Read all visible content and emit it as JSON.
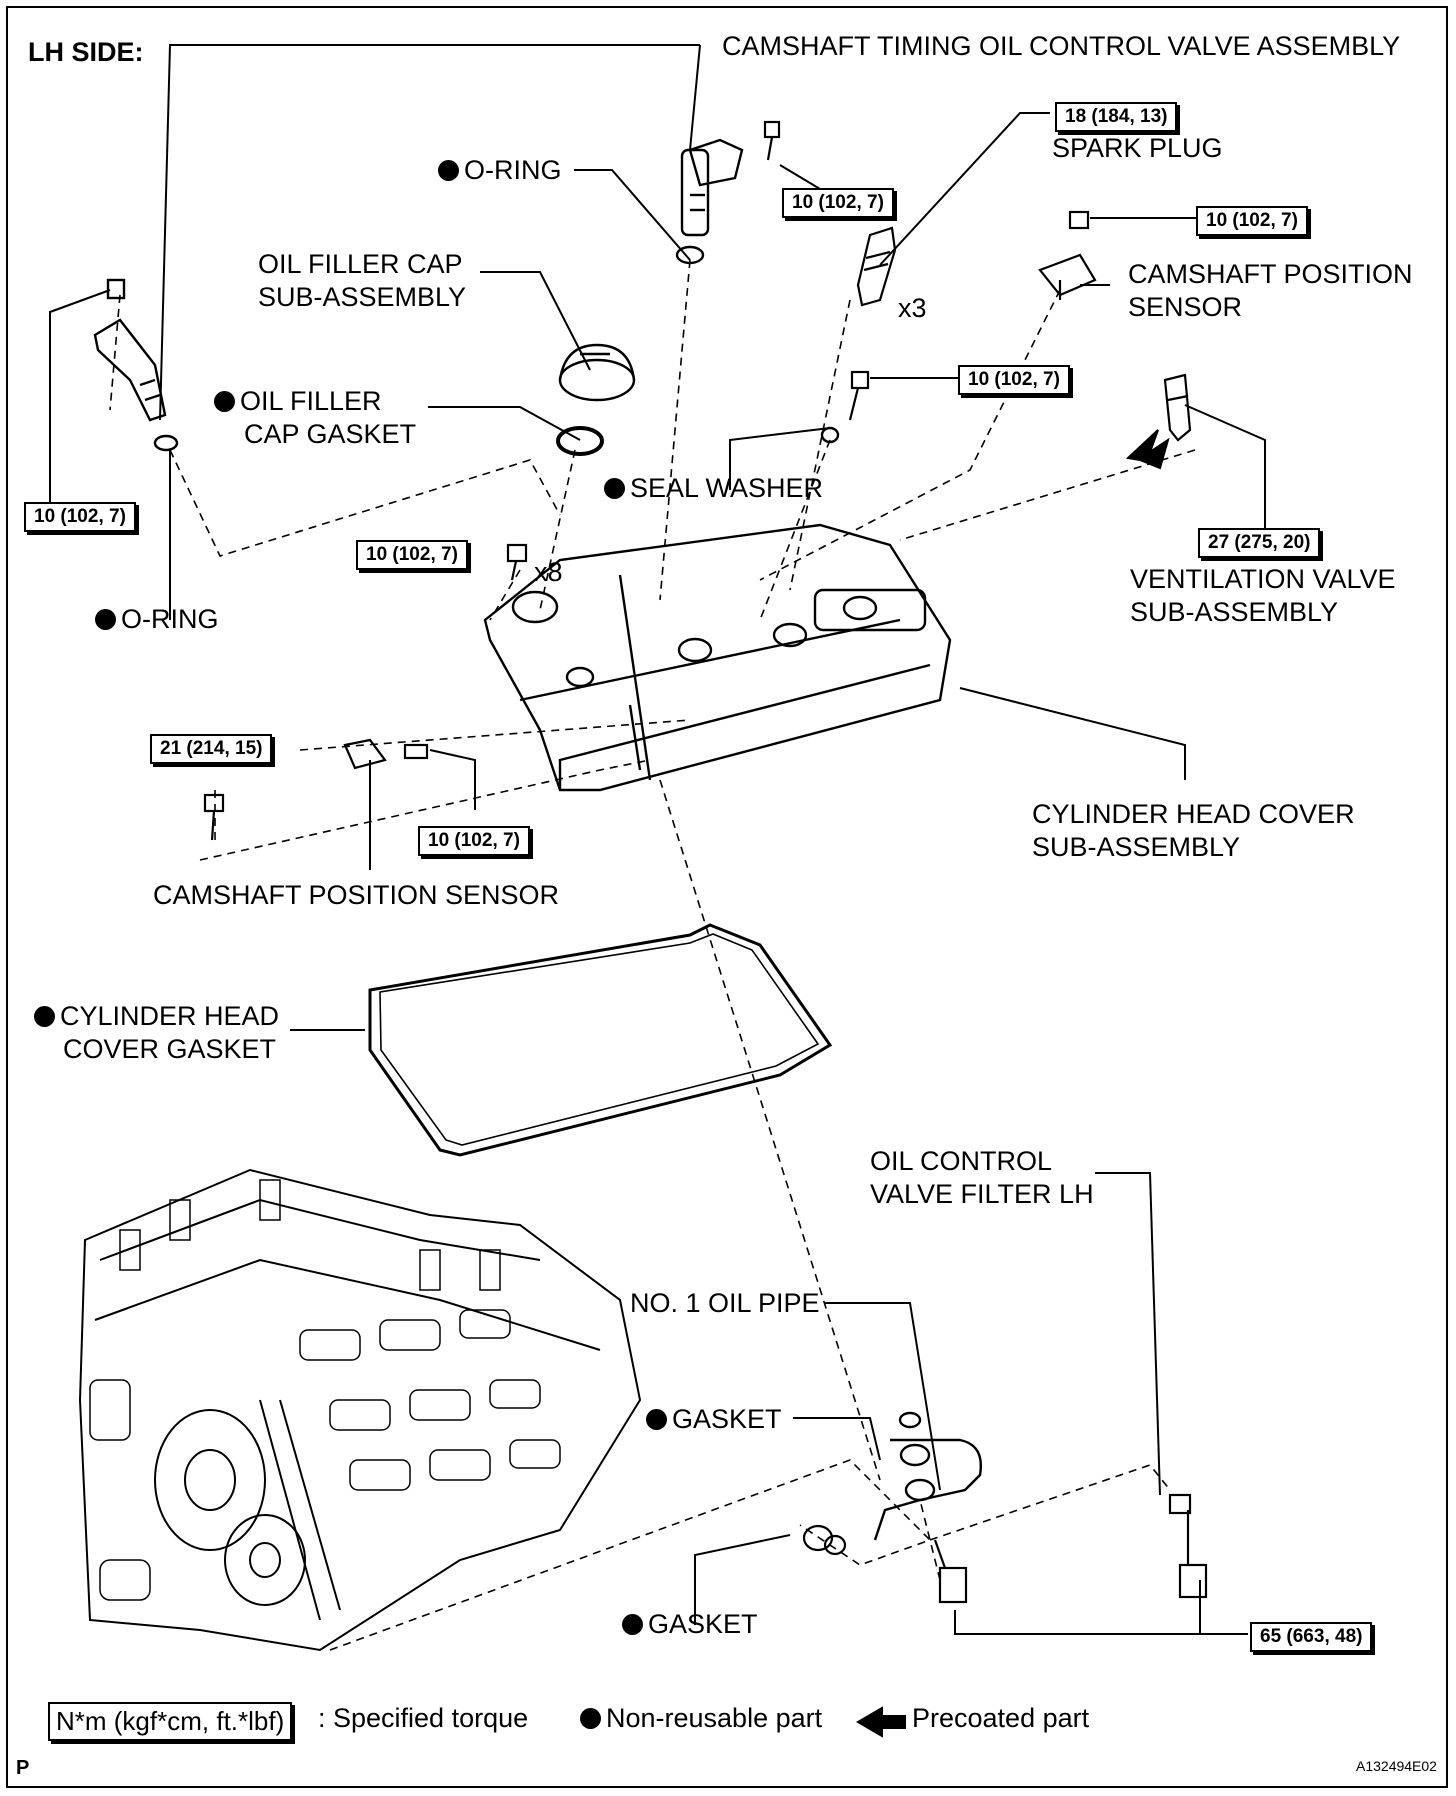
{
  "header": {
    "side_label": "LH SIDE:"
  },
  "parts": {
    "camshaft_timing_valve": "CAMSHAFT TIMING OIL CONTROL VALVE ASSEMBLY",
    "o_ring_top": "O-RING",
    "oil_filler_cap_line1": "OIL FILLER CAP",
    "oil_filler_cap_line2": "SUB-ASSEMBLY",
    "oil_filler_gasket_line1": "OIL FILLER",
    "oil_filler_gasket_line2": "CAP GASKET",
    "o_ring_left": "O-RING",
    "spark_plug": "SPARK PLUG",
    "spark_plug_qty": "x3",
    "cam_pos_sensor_right_line1": "CAMSHAFT POSITION",
    "cam_pos_sensor_right_line2": "SENSOR",
    "seal_washer": "SEAL WASHER",
    "bolt_qty": "x8",
    "ventilation_valve_line1": "VENTILATION VALVE",
    "ventilation_valve_line2": "SUB-ASSEMBLY",
    "cylinder_head_cover_line1": "CYLINDER HEAD COVER",
    "cylinder_head_cover_line2": "SUB-ASSEMBLY",
    "cam_pos_sensor_left": "CAMSHAFT POSITION SENSOR",
    "head_cover_gasket_line1": "CYLINDER HEAD",
    "head_cover_gasket_line2": "COVER GASKET",
    "ocv_filter_line1": "OIL CONTROL",
    "ocv_filter_line2": "VALVE FILTER LH",
    "oil_pipe": "NO. 1 OIL PIPE",
    "gasket_upper": "GASKET",
    "gasket_lower": "GASKET"
  },
  "torques": {
    "ocv_bolt": "10 (102, 7)",
    "spark_plug": "18 (184, 13)",
    "cam_sensor_right": "10 (102, 7)",
    "seal_washer_bolt": "10 (102, 7)",
    "left_valve_bolt": "10 (102, 7)",
    "cover_bolts": "10 (102, 7)",
    "ventilation_valve": "27 (275, 20)",
    "stud_bolt": "21 (214, 15)",
    "cam_sensor_left": "10 (102, 7)",
    "oil_pipe_union": "65 (663, 48)"
  },
  "legend": {
    "torque_unit": "N*m (kgf*cm, ft.*lbf)",
    "torque_desc": ": Specified torque",
    "non_reusable": "Non-reusable part",
    "precoated": "Precoated part"
  },
  "footer": {
    "corner_letter": "P",
    "figure_id": "A132494E02"
  }
}
